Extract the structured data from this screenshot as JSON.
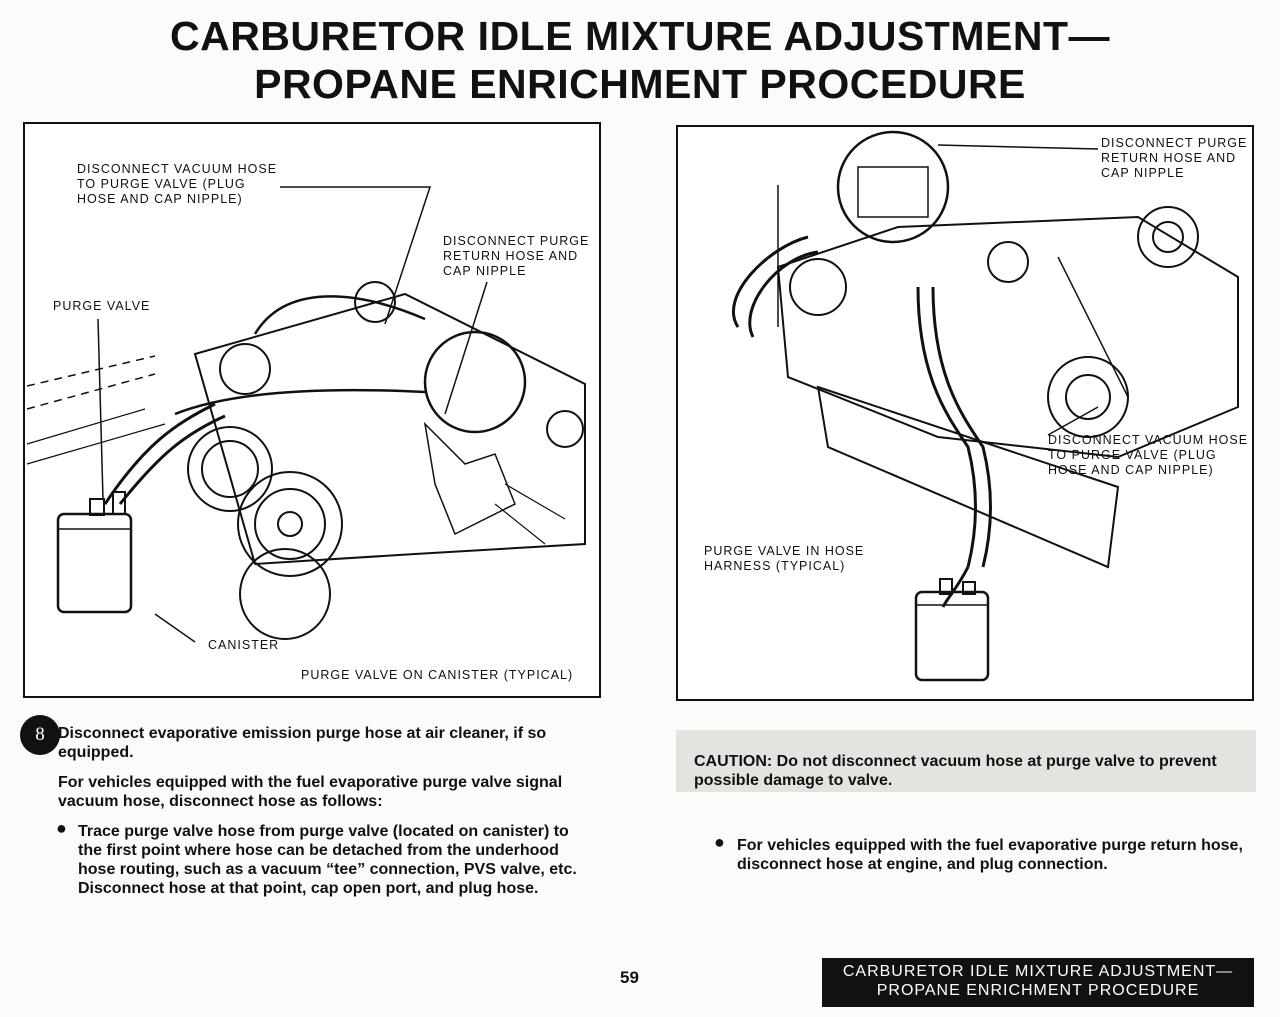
{
  "header": {
    "title_line1": "CARBURETOR IDLE MIXTURE ADJUSTMENT—",
    "title_line2": "PROPANE ENRICHMENT PROCEDURE"
  },
  "figure_left": {
    "label_vacuum": "DISCONNECT VACUUM HOSE\nTO PURGE VALVE (PLUG\nHOSE AND CAP NIPPLE)",
    "label_return": "DISCONNECT PURGE\nRETURN HOSE AND\nCAP NIPPLE",
    "label_purge_valve": "PURGE VALVE",
    "label_canister": "CANISTER",
    "caption": "PURGE VALVE ON CANISTER (TYPICAL)"
  },
  "figure_right": {
    "label_return": "DISCONNECT PURGE\nRETURN HOSE AND\nCAP NIPPLE",
    "label_vacuum": "DISCONNECT VACUUM HOSE\nTO PURGE VALVE (PLUG\nHOSE AND CAP NIPPLE)",
    "label_hose_harness": "PURGE VALVE IN HOSE\nHARNESS (TYPICAL)"
  },
  "instructions": {
    "step_number": "8",
    "step_text": "Disconnect evaporative emission purge hose at air cleaner, if so equipped.",
    "intro_text": "For vehicles equipped with the fuel evaporative purge valve signal vacuum hose, disconnect hose as follows:",
    "bullet_left": "Trace purge valve hose from purge valve (located on canister) to the first point where hose can be detached from the underhood hose routing, such as a vacuum “tee” connection, PVS valve, etc. Disconnect hose at that point, cap open port, and plug hose.",
    "caution": "CAUTION: Do not disconnect vacuum hose at purge valve to prevent possible damage to valve.",
    "bullet_right": "For vehicles equipped with the fuel evaporative purge return hose, disconnect hose at engine, and plug connection."
  },
  "footer": {
    "page_number": "59",
    "section_line1": "CARBURETOR IDLE MIXTURE ADJUSTMENT—",
    "section_line2": "PROPANE ENRICHMENT PROCEDURE"
  }
}
